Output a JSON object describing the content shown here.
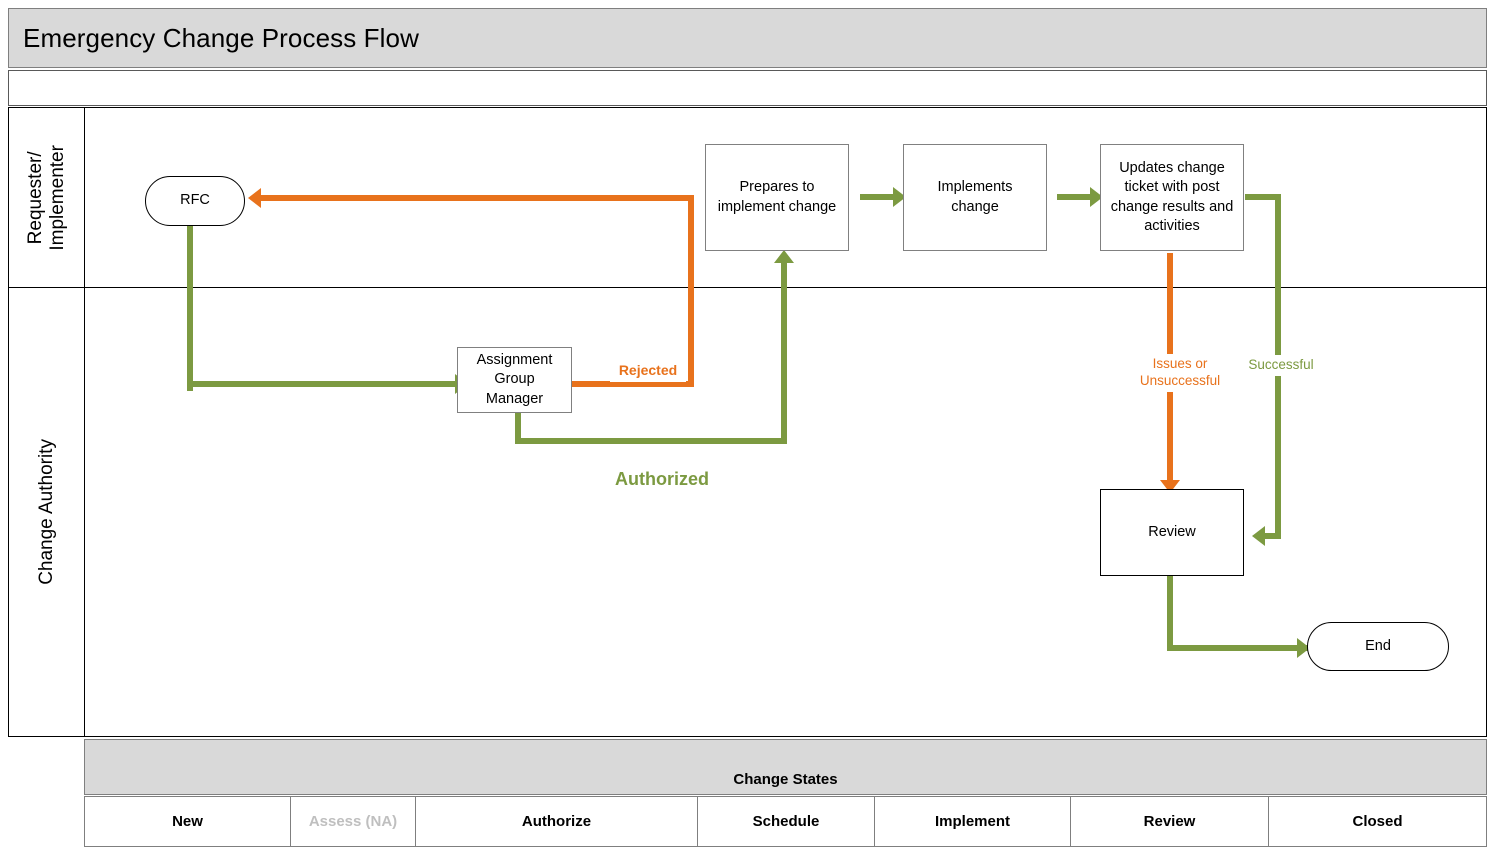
{
  "title": "Emergency Change Process Flow",
  "colors": {
    "green": "#7c9a41",
    "orange": "#e8721c",
    "header_fill": "#d9d9d9",
    "box_border": "#808080",
    "muted_text": "#bfbfbf"
  },
  "lanes": [
    {
      "id": "requester",
      "label_line1": "Requester/",
      "label_line2": "Implementer"
    },
    {
      "id": "authority",
      "label_line1": "Change Authority",
      "label_line2": ""
    }
  ],
  "nodes": {
    "rfc": "RFC",
    "prepares": "Prepares to implement change",
    "implements": "Implements change",
    "updates": "Updates change ticket with post change results and activities",
    "agm": "Assignment Group Manager",
    "review": "Review",
    "end": "End"
  },
  "edge_labels": {
    "rejected": "Rejected",
    "authorized": "Authorized",
    "issues_line1": "Issues or",
    "issues_line2": "Unsuccessful",
    "successful": "Successful"
  },
  "footer": {
    "header": "Change States",
    "states": [
      {
        "label": "New",
        "muted": false
      },
      {
        "label": "Assess  (NA)",
        "muted": true
      },
      {
        "label": "Authorize",
        "muted": false
      },
      {
        "label": "Schedule",
        "muted": false
      },
      {
        "label": "Implement",
        "muted": false
      },
      {
        "label": "Review",
        "muted": false
      },
      {
        "label": "Closed",
        "muted": false
      }
    ]
  }
}
